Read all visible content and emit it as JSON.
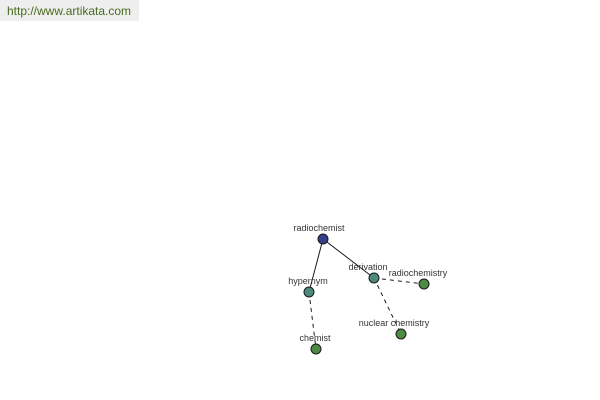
{
  "header": {
    "url": "http://www.artikata.com"
  },
  "graph": {
    "colors": {
      "root_fill": "#333f88",
      "relation_fill": "#4b8a7c",
      "term_fill": "#4e8a44",
      "node_stroke": "#1a1a1a",
      "edge": "#1a1a1a",
      "label": "#333333"
    },
    "nodes": {
      "radiochemist": {
        "label": "radiochemist",
        "kind": "root"
      },
      "hypernym": {
        "label": "hypernym",
        "kind": "relation"
      },
      "derivation": {
        "label": "derivation",
        "kind": "relation"
      },
      "chemist": {
        "label": "chemist",
        "kind": "term"
      },
      "radiochemistry": {
        "label": "radiochemistry",
        "kind": "term"
      },
      "nuclear_chemistry": {
        "label": "nuclear chemistry",
        "kind": "term"
      }
    },
    "edges": [
      {
        "from": "radiochemist",
        "to": "hypernym",
        "style": "solid"
      },
      {
        "from": "radiochemist",
        "to": "derivation",
        "style": "solid"
      },
      {
        "from": "hypernym",
        "to": "chemist",
        "style": "dashed"
      },
      {
        "from": "derivation",
        "to": "radiochemistry",
        "style": "dashed"
      },
      {
        "from": "derivation",
        "to": "nuclear_chemistry",
        "style": "dashed"
      }
    ]
  }
}
